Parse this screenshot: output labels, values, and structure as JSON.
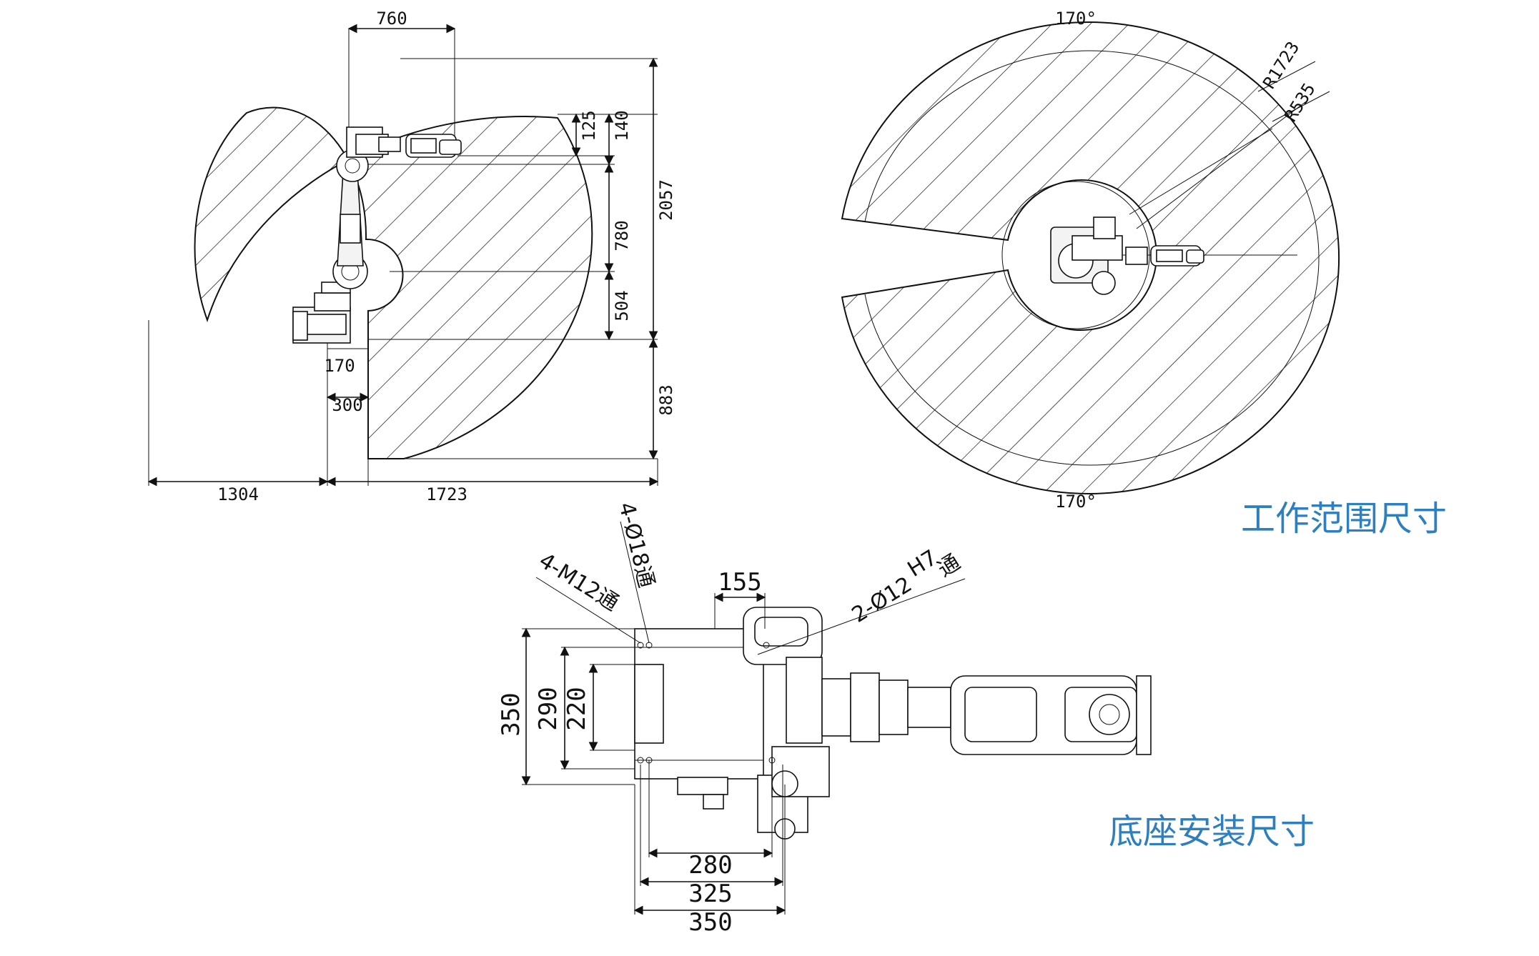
{
  "titles": {
    "workspace": "工作范围尺寸",
    "base": "底座安装尺寸"
  },
  "side_view": {
    "dims": {
      "d760": "760",
      "d125": "125",
      "d140": "140",
      "d2057": "2057",
      "d780": "780",
      "d504": "504",
      "d883": "883",
      "d170": "170",
      "d300": "300",
      "d1304": "1304",
      "d1723": "1723"
    }
  },
  "top_view": {
    "angle_top": "170°",
    "angle_bottom": "170°",
    "r_outer": "R1723",
    "r_inner": "R535"
  },
  "base_view": {
    "dims": {
      "d155": "155",
      "d350v": "350",
      "d290": "290",
      "d220": "220",
      "d280": "280",
      "d325": "325",
      "d350h": "350"
    },
    "notes": {
      "m12": "4-M12通",
      "phi18": "4-Ø18通",
      "phi12": "2-Ø12",
      "h7": "H7",
      "thru": "通"
    }
  },
  "colors": {
    "line": "#111111",
    "title": "#2d7fbf"
  }
}
